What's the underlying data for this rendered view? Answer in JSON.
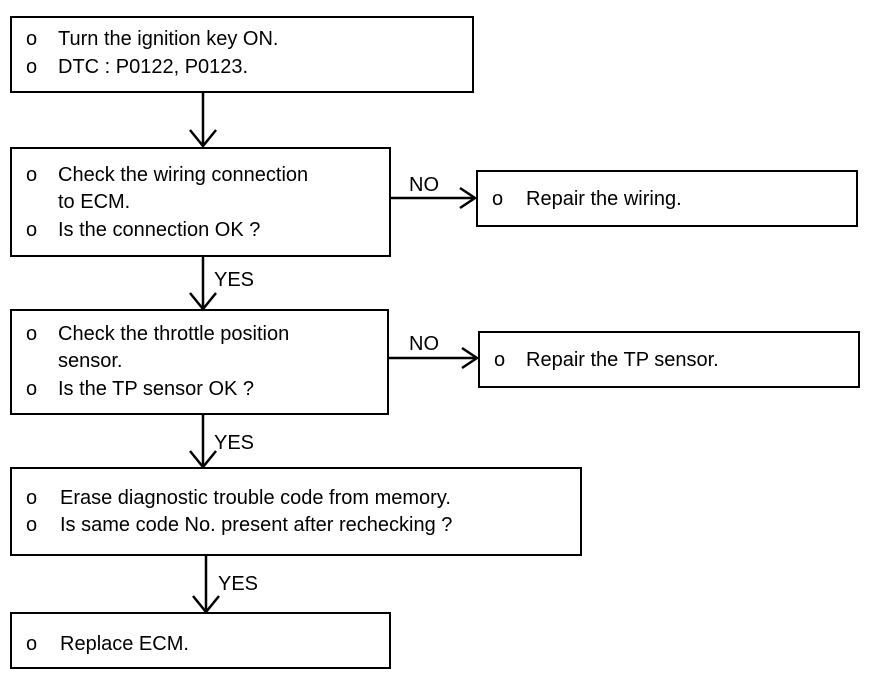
{
  "bullet": "o",
  "boxes": {
    "start": {
      "lines": [
        "Turn the ignition key ON.",
        "DTC : P0122, P0123."
      ]
    },
    "check_wiring": {
      "lines": [
        "Check the wiring connection",
        "to ECM.",
        "Is the connection OK ?"
      ]
    },
    "repair_wiring": {
      "lines": [
        "Repair the wiring."
      ]
    },
    "check_tps": {
      "lines": [
        "Check the throttle position",
        "sensor.",
        "Is the TP sensor OK ?"
      ]
    },
    "repair_tps": {
      "lines": [
        "Repair the TP sensor."
      ]
    },
    "erase_dtc": {
      "lines": [
        "Erase diagnostic trouble code from memory.",
        "Is same code No. present after rechecking ?"
      ]
    },
    "replace_ecm": {
      "lines": [
        "Replace ECM."
      ]
    }
  },
  "labels": {
    "no_1": "NO",
    "yes_1": "YES",
    "no_2": "NO",
    "yes_2": "YES",
    "yes_3": "YES"
  }
}
